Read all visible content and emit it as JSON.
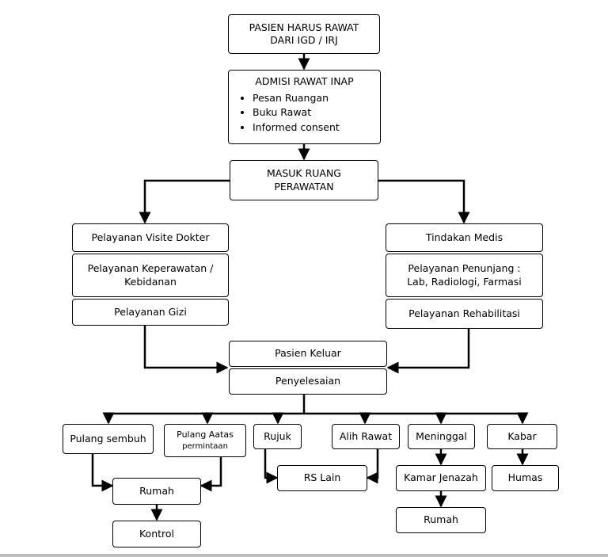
{
  "nodes": {
    "pasien_harus_rawat": [
      "PASIEN HARUS RAWAT",
      "DARI IGD / IRJ"
    ],
    "admisi": {
      "title": "ADMISI RAWAT INAP",
      "items": [
        "Pesan Ruangan",
        "Buku Rawat",
        "Informed consent"
      ]
    },
    "masuk_ruang": [
      "MASUK RUANG",
      "PERAWATAN"
    ],
    "visite_dokter": "Pelayanan Visite Dokter",
    "keperawatan": [
      "Pelayanan Keperawatan /",
      "Kebidanan"
    ],
    "gizi": "Pelayanan Gizi",
    "tindakan_medis": "Tindakan Medis",
    "penunjang": [
      "Pelayanan Penunjang :",
      "Lab, Radiologi, Farmasi"
    ],
    "rehabilitasi": "Pelayanan Rehabilitasi",
    "pasien_keluar": "Pasien Keluar",
    "penyelesaian": "Penyelesaian",
    "pulang_sembuh": "Pulang sembuh",
    "pulang_atas_permintaan": [
      "Pulang Aatas",
      "permintaan"
    ],
    "rujuk": "Rujuk",
    "alih_rawat": "Alih Rawat",
    "meninggal": "Meninggal",
    "kabar": "Kabar",
    "rumah": "Rumah",
    "kontrol": "Kontrol",
    "rs_lain": "RS Lain",
    "kamar_jenazah": "Kamar Jenazah",
    "rumah_2": "Rumah",
    "humas": "Humas"
  },
  "colors": {
    "stroke": "#000000",
    "fill": "#ffffff",
    "footer_rule": "#bdbdbd"
  }
}
